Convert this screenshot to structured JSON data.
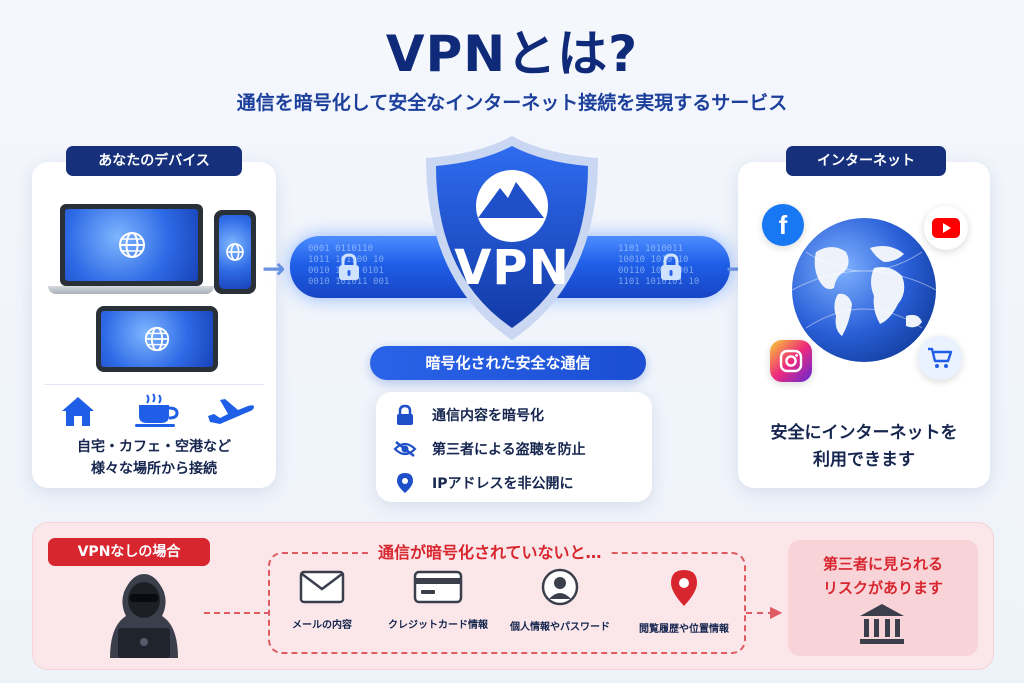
{
  "header": {
    "title": "VPNとは?",
    "subtitle": "通信を暗号化して安全なインターネット接続を実現するサービス"
  },
  "devices": {
    "label": "あなたのデバイス",
    "places_line1": "自宅・カフェ・空港など",
    "places_line2": "様々な場所から接続",
    "icons": [
      "house-icon",
      "coffee-cup-icon",
      "airplane-icon"
    ]
  },
  "tunnel": {
    "bits_left": "0001 0110110\n1011 101100 10\n0010 1111 0101\n0010 101011 001",
    "bits_right": "1101 1010011\n10010 1010 10\n00110 1011 001\n1101 1010101 10"
  },
  "vpn": {
    "shield_label": "VPN",
    "secure_label": "暗号化された安全な通信",
    "features": [
      {
        "icon": "lock-icon",
        "text": "通信内容を暗号化"
      },
      {
        "icon": "eye-slash-icon",
        "text": "第三者による盗聴を防止"
      },
      {
        "icon": "location-pin-icon",
        "text": "IPアドレスを非公開に"
      }
    ]
  },
  "internet": {
    "label": "インターネット",
    "text_line1": "安全にインターネットを",
    "text_line2": "利用できます",
    "icons": [
      "facebook-icon",
      "youtube-icon",
      "instagram-icon",
      "shopping-cart-icon"
    ]
  },
  "no_vpn": {
    "label": "VPNなしの場合",
    "warning": "通信が暗号化されていないと…",
    "items": [
      {
        "icon": "mail-icon",
        "label": "メールの内容"
      },
      {
        "icon": "credit-card-icon",
        "label": "クレジットカード情報"
      },
      {
        "icon": "person-icon",
        "label": "個人情報やパスワード"
      },
      {
        "icon": "map-pin-icon",
        "label": "閲覧履歴や位置情報"
      }
    ],
    "risk_line1": "第三者に見られる",
    "risk_line2": "リスクがあります"
  },
  "colors": {
    "navy": "#16307c",
    "blue": "#1f5fe8",
    "red": "#d8262f",
    "pink": "#fbe7ea"
  }
}
